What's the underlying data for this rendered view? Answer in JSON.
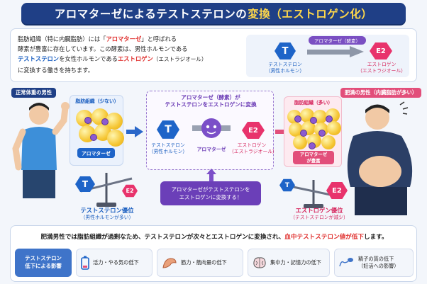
{
  "title": {
    "main": "アロマターゼによるテストステロンの",
    "highlight": "変換（エストロゲン化）"
  },
  "intro": {
    "line1_a": "脂肪組織（特に内臓脂肪）には「",
    "line1_b": "アロマターゼ",
    "line1_c": "」と呼ばれる",
    "line2": "酵素が豊富に存在しています。この酵素は、男性ホルモンである",
    "line3_a": "テストステロン",
    "line3_b": "を女性ホルモンである",
    "line3_c": "エストロゲン",
    "line3_d": "（エストラジオール）",
    "line4": "に変換する働きを持ちます。",
    "diagram": {
      "t_symbol": "T",
      "t_label1": "テストステロン",
      "t_label2": "（男性ホルモン）",
      "arrow_label": "アロマターゼ（酵素）",
      "e_symbol": "E2",
      "e_label1": "エストロゲン",
      "e_label2": "（エストラジオール）"
    }
  },
  "left": {
    "tag": "正常体重の男性",
    "fat_label": "脂肪組織（少ない）",
    "enzyme_label": "アロマターゼ",
    "t_symbol": "T",
    "e_symbol": "E2",
    "dominance1": "テストステロン優位",
    "dominance2": "（男性ホルモンが多い）"
  },
  "center": {
    "title1": "アロマターゼ（酵素）が",
    "title2": "テストステロンをエストロゲンに変換",
    "t_symbol": "T",
    "t_label1": "テストステロン",
    "t_label2": "（男性ホルモン）",
    "enzyme_label": "アロマターゼ",
    "e_symbol": "E2",
    "e_label1": "エストロゲン",
    "e_label2": "（エストラジオール）",
    "bubble1": "アロマターゼがテストステロンを",
    "bubble2": "エストロゲンに変換する！"
  },
  "right": {
    "tag": "肥満の男性（内臓脂肪が多い）",
    "fat_label": "脂肪組織（多い）",
    "enzyme_label1": "アロマターゼ",
    "enzyme_label2": "が豊富",
    "t_symbol": "T",
    "e_symbol": "E2",
    "dominance1": "エストロゲン優位",
    "dominance2": "（テストステロンが減少）"
  },
  "footer": {
    "summary_a": "肥満男性では脂肪組織が過剰なため、テストステロンが次々とエストロゲンに変換され、",
    "summary_b": "血中テストステロン値が低下",
    "summary_c": "します。",
    "effect_box1": "テストステロン",
    "effect_box2": "低下による影響",
    "effects": [
      "活力・やる気の低下",
      "筋力・筋肉量の低下",
      "集中力・記憶力の低下"
    ],
    "effect4_1": "精子の質の低下",
    "effect4_2": "（妊活への影響）"
  },
  "colors": {
    "navy": "#1f3f86",
    "blue": "#1e64c8",
    "pink": "#e8336c",
    "purple": "#7a4fc2",
    "yellow": "#ffd84a"
  }
}
